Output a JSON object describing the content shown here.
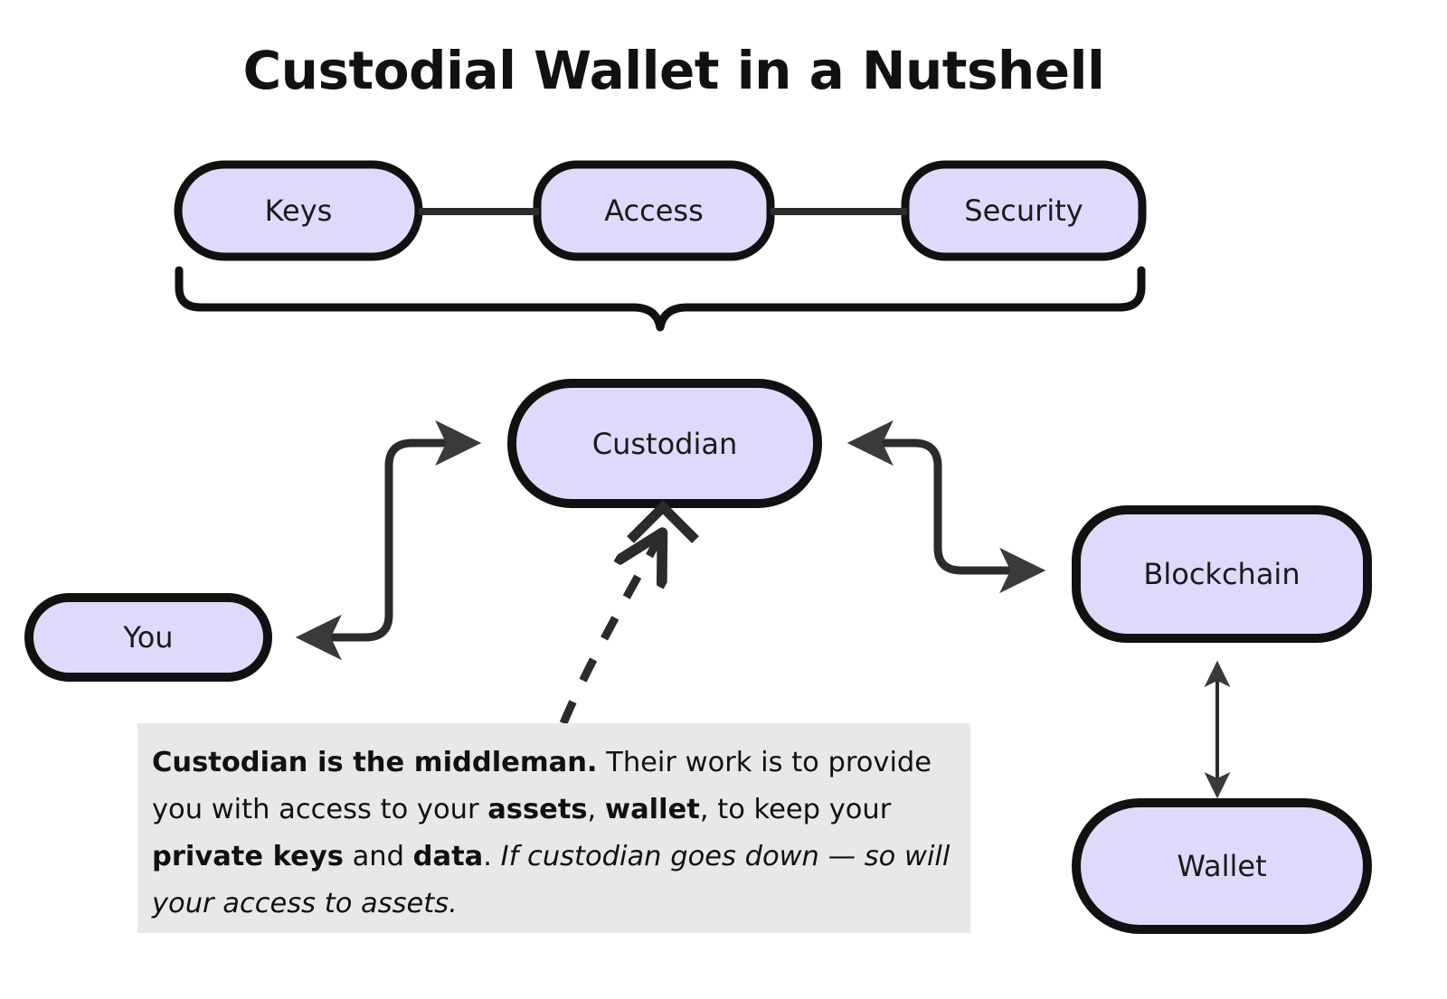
{
  "title": "Custodial Wallet in a Nutshell",
  "colors": {
    "node_fill": "#dedafb",
    "node_stroke": "#111111",
    "connector": "#3a3a3a",
    "caption_bg": "#e8e8e8",
    "text": "#1a1a1a",
    "page_bg": "#ffffff"
  },
  "nodes": {
    "keys": {
      "label": "Keys"
    },
    "access": {
      "label": "Access"
    },
    "security": {
      "label": "Security"
    },
    "custodian": {
      "label": "Custodian"
    },
    "you": {
      "label": "You"
    },
    "blockchain": {
      "label": "Blockchain"
    },
    "wallet": {
      "label": "Wallet"
    }
  },
  "edges": [
    {
      "name": "keys-access-link",
      "from": "Keys",
      "to": "Access",
      "style": "solid",
      "arrows": "none"
    },
    {
      "name": "access-security-link",
      "from": "Access",
      "to": "Security",
      "style": "solid",
      "arrows": "none"
    },
    {
      "name": "group-brace",
      "from": "Keys / Access / Security",
      "to": "Custodian",
      "style": "brace",
      "arrows": "none"
    },
    {
      "name": "you-custodian-link",
      "from": "You",
      "to": "Custodian",
      "style": "solid",
      "arrows": "both"
    },
    {
      "name": "custodian-blockchain-link",
      "from": "Custodian",
      "to": "Blockchain",
      "style": "solid",
      "arrows": "both"
    },
    {
      "name": "blockchain-wallet-link",
      "from": "Blockchain",
      "to": "Wallet",
      "style": "solid-thin",
      "arrows": "both"
    },
    {
      "name": "caption-custodian-link",
      "from": "Caption",
      "to": "Custodian",
      "style": "dashed",
      "arrows": "end"
    }
  ],
  "caption": {
    "line1_bold": "Custodian is the middleman.",
    "line1_rest": " Their work is to provide you with access to your ",
    "b_assets": "assets",
    "sep1": ", ",
    "b_wallet": "wallet",
    "sep2": ", to keep your ",
    "b_private_keys": "private keys",
    "sep3": " and ",
    "b_data": "data",
    "sep4": ". ",
    "italic_tail": "If custodian goes down — so will your access to assets."
  }
}
